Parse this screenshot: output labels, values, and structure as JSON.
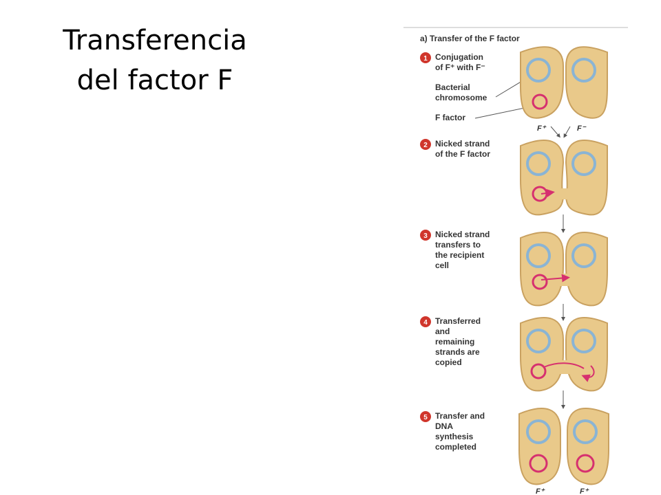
{
  "slide": {
    "title_lines": [
      "Transferencia",
      "del factor F"
    ]
  },
  "figure": {
    "panel_title": "a) Transfer of the F factor",
    "colors": {
      "cell_fill": "#e9c98a",
      "cell_stroke": "#c9a160",
      "chromosome": "#8ab4d4",
      "f_factor": "#d6306f",
      "step_badge": "#d0362c",
      "text": "#333333",
      "accent_line": "#8fc98f"
    },
    "steps": [
      {
        "number": "1",
        "lines": [
          "Conjugation",
          "of F⁺ with F⁻"
        ]
      },
      {
        "number": "2",
        "lines": [
          "Nicked strand",
          "of the F factor"
        ]
      },
      {
        "number": "3",
        "lines": [
          "Nicked strand",
          "transfers to",
          "the recipient",
          "cell"
        ]
      },
      {
        "number": "4",
        "lines": [
          "Transferred",
          "and",
          "remaining",
          "strands are",
          "copied"
        ]
      },
      {
        "number": "5",
        "lines": [
          "Transfer and",
          "DNA",
          "synthesis",
          "completed"
        ]
      }
    ],
    "callouts": {
      "chromosome": [
        "Bacterial",
        "chromosome"
      ],
      "f_factor": "F factor"
    },
    "cell_labels": {
      "donor": "F⁺",
      "recipient": "F⁻",
      "bottom_left": "F⁺",
      "bottom_right": "F⁺"
    }
  }
}
